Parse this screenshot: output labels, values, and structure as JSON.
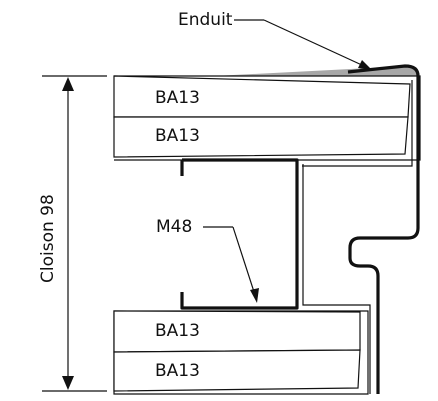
{
  "diagram": {
    "labels": {
      "coating": "Enduit",
      "stud": "M48",
      "dimension": "Cloison 98"
    },
    "boards": {
      "top_outer": "BA13",
      "top_inner": "BA13",
      "bottom_inner": "BA13",
      "bottom_outer": "BA13"
    },
    "colors": {
      "line": "#111111",
      "coating_fill": "#a7a7a7",
      "board_fill": "#ffffff"
    }
  }
}
